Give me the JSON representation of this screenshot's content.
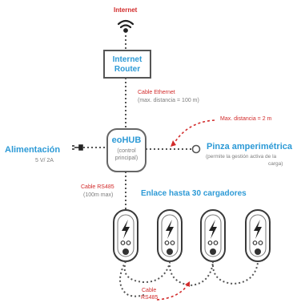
{
  "internet": {
    "label": "Internet"
  },
  "router": {
    "line1": "Internet",
    "line2": "Router"
  },
  "ethernet": {
    "title": "Cable Ethernet",
    "subtitle": "(max. distancia = 100 m)"
  },
  "max_distance": {
    "label": "Max. distancia = 2 m"
  },
  "hub": {
    "title": "eoHUB",
    "line1": "(control",
    "line2": "principal)"
  },
  "power": {
    "title": "Alimentación",
    "subtitle": "5 V/ 2A"
  },
  "clamp": {
    "title": "Pinza amperimétrica",
    "line1": "(permite la gestión activa de la",
    "line2": "carga)"
  },
  "rs485_top": {
    "title": "Cable RS485",
    "subtitle": "(100m max)"
  },
  "chargers_title": "Enlace hasta 30 cargadores",
  "rs485_bottom": {
    "line1": "Cable",
    "line2": "RS485"
  },
  "colors": {
    "red": "#d22b2b",
    "blue": "#2d9ad6",
    "gray": "#7d7d7d",
    "dark": "#3a3a3a"
  },
  "icons": [
    "wifi-icon",
    "router-box",
    "hub-box",
    "plug-icon",
    "clamp-icon",
    "charger-icon"
  ]
}
